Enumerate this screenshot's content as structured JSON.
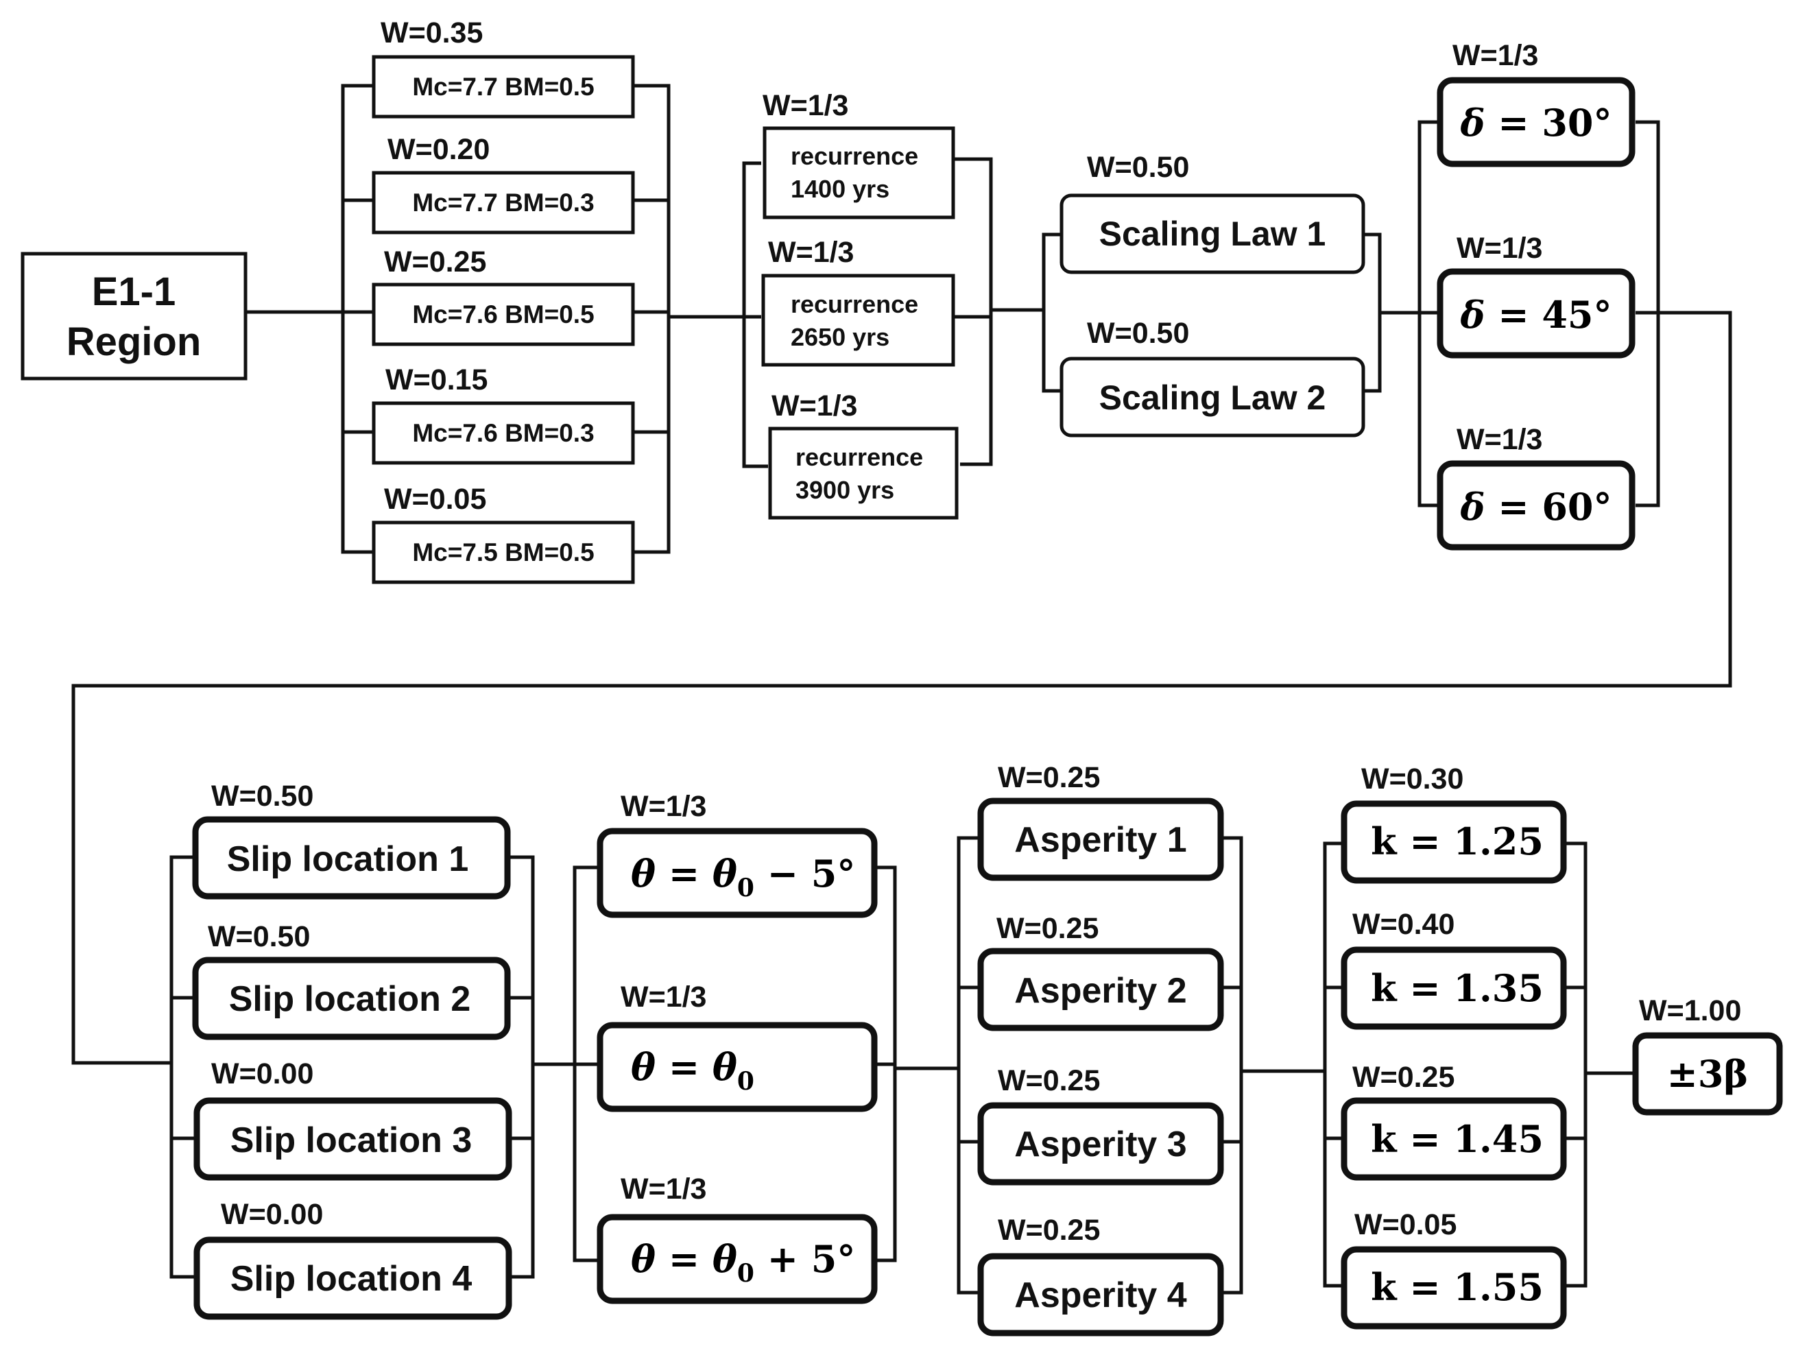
{
  "region": {
    "line1": "E1-1",
    "line2": "Region"
  },
  "magnitude": [
    {
      "w": "W=0.35",
      "label": "Mc=7.7 BM=0.5"
    },
    {
      "w": "W=0.20",
      "label": "Mc=7.7 BM=0.3"
    },
    {
      "w": "W=0.25",
      "label": "Mc=7.6 BM=0.5"
    },
    {
      "w": "W=0.15",
      "label": "Mc=7.6 BM=0.3"
    },
    {
      "w": "W=0.05",
      "label": "Mc=7.5 BM=0.5"
    }
  ],
  "recurrence": [
    {
      "w": "W=1/3",
      "line1": "recurrence",
      "line2": "1400 yrs"
    },
    {
      "w": "W=1/3",
      "line1": "recurrence",
      "line2": "2650 yrs"
    },
    {
      "w": "W=1/3",
      "line1": "recurrence",
      "line2": "3900 yrs"
    }
  ],
  "scaling": [
    {
      "w": "W=0.50",
      "label": "Scaling Law 1"
    },
    {
      "w": "W=0.50",
      "label": "Scaling Law 2"
    }
  ],
  "dip": [
    {
      "w": "W=1/3",
      "sym": "δ",
      "rest": " = 30°"
    },
    {
      "w": "W=1/3",
      "sym": "δ",
      "rest": " = 45°"
    },
    {
      "w": "W=1/3",
      "sym": "δ",
      "rest": " = 60°"
    }
  ],
  "slip": [
    {
      "w": "W=0.50",
      "label": "Slip location 1"
    },
    {
      "w": "W=0.50",
      "label": "Slip location 2"
    },
    {
      "w": "W=0.00",
      "label": "Slip location 3"
    },
    {
      "w": "W=0.00",
      "label": "Slip location 4"
    }
  ],
  "theta": [
    {
      "w": "W=1/3",
      "pre": "θ = θ",
      "sub": "0",
      "post": " − 5°"
    },
    {
      "w": "W=1/3",
      "pre": "θ = θ",
      "sub": "0",
      "post": ""
    },
    {
      "w": "W=1/3",
      "pre": "θ = θ",
      "sub": "0",
      "post": " + 5°"
    }
  ],
  "asperity": [
    {
      "w": "W=0.25",
      "label": "Asperity 1"
    },
    {
      "w": "W=0.25",
      "label": "Asperity 2"
    },
    {
      "w": "W=0.25",
      "label": "Asperity 3"
    },
    {
      "w": "W=0.25",
      "label": "Asperity 4"
    }
  ],
  "k": [
    {
      "w": "W=0.30",
      "label": "k = 1.25"
    },
    {
      "w": "W=0.40",
      "label": "k = 1.35"
    },
    {
      "w": "W=0.25",
      "label": "k = 1.45"
    },
    {
      "w": "W=0.05",
      "label": "k = 1.55"
    }
  ],
  "final": {
    "w": "W=1.00",
    "label": "±3β"
  }
}
